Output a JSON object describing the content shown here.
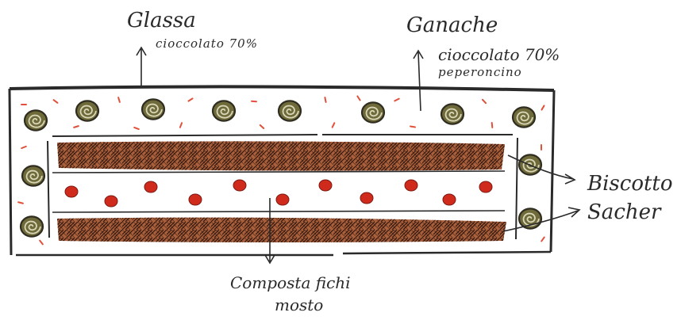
{
  "labels": {
    "glassa_title": "Glassa",
    "glassa_sub": "cioccolato 70%",
    "ganache_title": "Ganache",
    "ganache_sub1": "cioccolato 70%",
    "ganache_sub2": "peperoncino",
    "biscotto": "Biscotto",
    "sacher": "Sacher",
    "composta_line1": "Composta fichi",
    "composta_line2": "mosto"
  },
  "colors": {
    "ink": "#2b2a2a",
    "swirl_fill": "#6f6a3a",
    "swirl_stroke": "#2f2c20",
    "biscuit": "#a3522a",
    "biscuit_hatch": "#3a1c12",
    "fig_dot": "#d02a1c",
    "speck": "#e0503a"
  }
}
